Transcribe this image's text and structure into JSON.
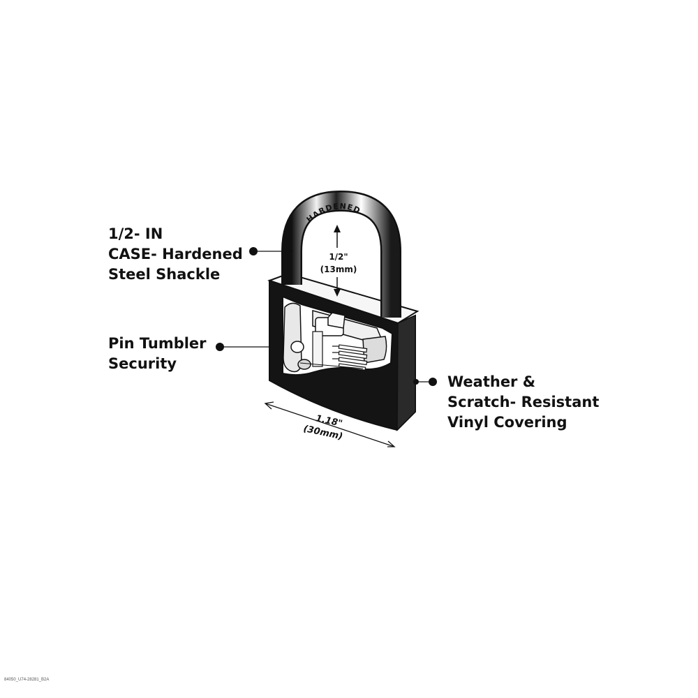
{
  "callouts": {
    "shackle": [
      "1/2- IN",
      "CASE- Hardened",
      "Steel Shackle"
    ],
    "pin_tumbler": [
      "Pin Tumbler",
      "Security"
    ],
    "weather": [
      "Weather &",
      "Scratch- Resistant",
      "Vinyl Covering"
    ]
  },
  "shackle_stamp": "HARDENED",
  "dimensions": {
    "shackle_diameter": "1/2\"",
    "shackle_diameter_metric": "(13mm)",
    "body_width": "1.18\"",
    "body_width_metric": "(30mm)"
  },
  "image_code": "84050_U74-28281_B2A",
  "colors": {
    "ink": "#111111",
    "body": "#141414",
    "metal_light": "#f4f4f4",
    "metal_mid": "#bdbdbd"
  }
}
